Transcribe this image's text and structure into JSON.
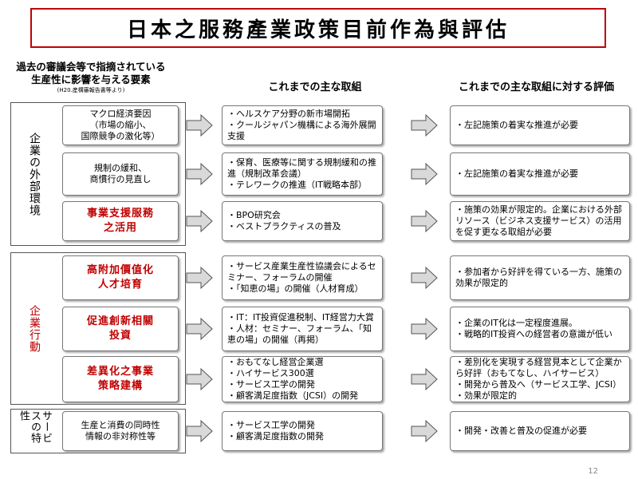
{
  "title": "日本之服務產業政策目前作為與評估",
  "headers": {
    "left_line1": "過去の審議会等で指摘されている",
    "left_line2": "生産性に影響を与える要素",
    "left_note": "(H20.産構審報告書等より)",
    "middle": "これまでの主な取組",
    "right": "これまでの主な取組に対する評価"
  },
  "groups": {
    "external": "企業の外部環境",
    "internal": "企業行動",
    "service": "サービスの特性"
  },
  "factors": [
    {
      "lines": [
        "マクロ経済要因",
        "（市場の縮小、",
        "国際競争の激化等）"
      ],
      "red": false
    },
    {
      "lines": [
        "規制の緩和、",
        "商慣行の見直し"
      ],
      "red": false
    },
    {
      "lines": [
        "事業支援服務",
        "之活用"
      ],
      "red": true
    },
    {
      "lines": [
        "高附加價值化",
        "人才培育"
      ],
      "red": true
    },
    {
      "lines": [
        "促進創新相關",
        "投資"
      ],
      "red": true
    },
    {
      "lines": [
        "差異化之事業",
        "策略建構"
      ],
      "red": true
    },
    {
      "lines": [
        "生産と消費の同時性",
        "情報の非対称性等"
      ],
      "red": false
    }
  ],
  "measures": [
    [
      "・ヘルスケア分野の新市場開拓",
      "・クールジャパン機構による海外展開支援"
    ],
    [
      "・保育、医療等に関する規制緩和の推進（規制改革会議）",
      "・テレワークの推進（IT戦略本部）"
    ],
    [
      "・BPO研究会",
      "・ベストプラクティスの普及"
    ],
    [
      "・サービス産業生産性協議会によるセミナー、フォーラムの開催",
      "・「知恵の場」の開催（人材育成）"
    ],
    [
      "・IT：IT投資促進税制、IT経営力大賞",
      "・人材：セミナー、フォーラム、「知恵の場」の開催（再掲）"
    ],
    [
      "・おもてなし経営企業選",
      "・ハイサービス300選",
      "・サービス工学の開発",
      "・顧客満足度指数（JCSI）の開発"
    ],
    [
      "・サービス工学の開発",
      "・顧客満足度指数の開発"
    ]
  ],
  "evaluations": [
    [
      "・左記施策の着実な推進が必要"
    ],
    [
      "・左記施策の着実な推進が必要"
    ],
    [
      "・施策の効果が限定的。企業における外部リソース（ビジネス支援サービス）の活用を促す更なる取組が必要"
    ],
    [
      "・参加者から好評を得ている一方、施策の効果が限定的"
    ],
    [
      "・企業のIT化は一定程度進展。",
      "・戦略的IT投資への経営者の意識が低い"
    ],
    [
      "・差別化を実現する経営見本として企業から好評（おもてなし、ハイサービス）",
      "・開発から普及へ（サービス工学、JCSI）",
      "・効果が限定的"
    ],
    [
      "・開発・改善と普及の促進が必要"
    ]
  ],
  "page_number": "12"
}
